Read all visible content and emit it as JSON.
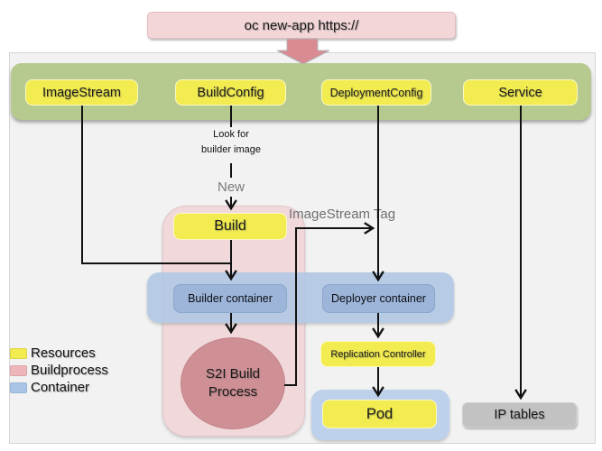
{
  "command": {
    "label": "oc new-app https://"
  },
  "resources": [
    "ImageStream",
    "BuildConfig",
    "DeploymentConfig",
    "Service"
  ],
  "flow": {
    "look_for_line1": "Look for",
    "look_for_line2": "builder image",
    "new_label": "New",
    "imagestream_tag_label": "ImageStream Tag",
    "build": "Build",
    "builder_container": "Builder container",
    "deployer_container": "Deployer container",
    "s2i_line1": "S2I Build",
    "s2i_line2": "Process",
    "replication_controller": "Replication Controller",
    "pod": "Pod",
    "ip_tables": "IP tables"
  },
  "legend": {
    "items": [
      {
        "label": "Resources",
        "color": "#f2ec50"
      },
      {
        "label": "Buildprocess",
        "color": "#ecb6ba"
      },
      {
        "label": "Container",
        "color": "#a9c4e4"
      }
    ]
  },
  "colors": {
    "resource_fill": "#f2ec50",
    "buildprocess_fill": "#f1d9db",
    "container_band_fill": "#b0c6e3",
    "container_box_fill": "#9cb5d8",
    "green_bar_fill": "#b6ca90",
    "command_fill": "#f3d6d8",
    "fat_arrow_fill": "#d88b93",
    "s2i_circle_fill": "#cf9095",
    "ip_tables_fill": "#c2c2c2",
    "line_color": "#111111"
  }
}
